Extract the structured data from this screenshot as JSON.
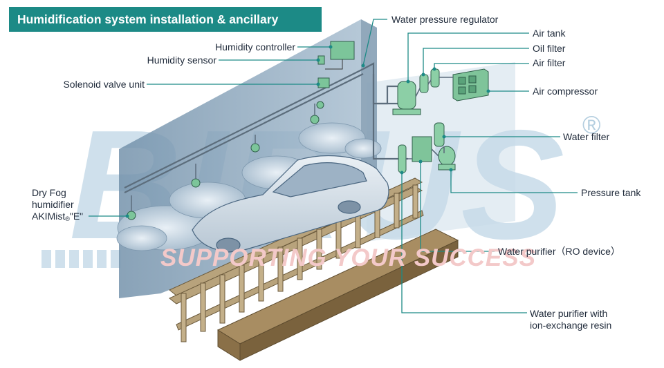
{
  "title": "Humidification system installation & ancillary devices",
  "watermark": {
    "brand": "BIRUS",
    "tagline": "SUPPORTING YOUR SUCCESS",
    "reg": "®"
  },
  "labels": {
    "water_pressure_regulator": "Water pressure regulator",
    "air_tank": "Air tank",
    "oil_filter": "Oil filter",
    "air_filter": "Air filter",
    "air_compressor": "Air compressor",
    "water_filter": "Water filter",
    "pressure_tank": "Pressure tank",
    "water_purifier_ro": "Water purifier（RO device）",
    "water_purifier_ion_line1": "Water purifier with",
    "water_purifier_ion_line2": "ion-exchange resin",
    "humidity_controller": "Humidity controller",
    "humidity_sensor": "Humidity sensor",
    "solenoid_valve_unit": "Solenoid valve unit",
    "dry_fog_line1": "Dry Fog",
    "dry_fog_line2": "humidifier",
    "dry_fog_line3_main": "AKIMist",
    "dry_fog_line3_sub": "®",
    "dry_fog_line3_end": "\"E\""
  },
  "colors": {
    "accent": "#1c8a86",
    "leader": "#1c8a86",
    "wall": "#8aa6bd",
    "device": "#7cc59a"
  }
}
